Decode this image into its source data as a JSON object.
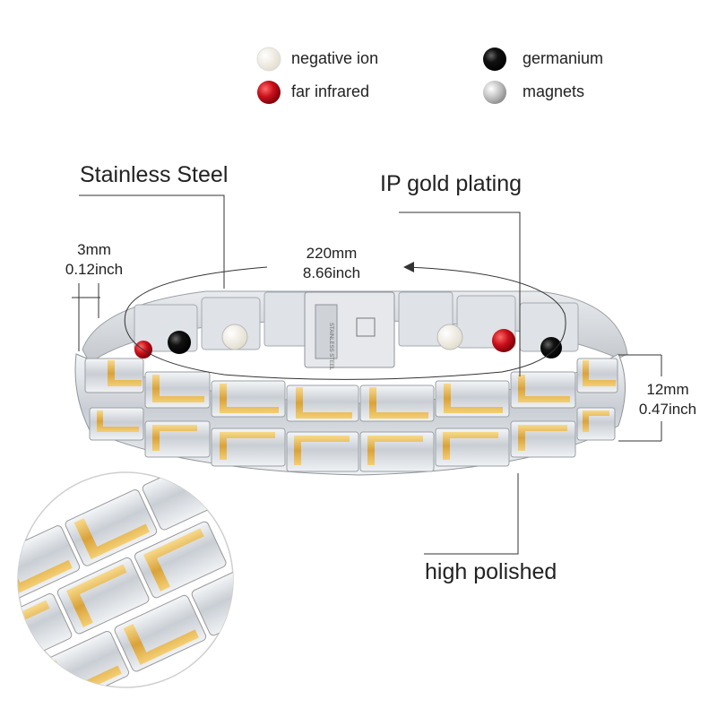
{
  "legend": [
    {
      "label": "negative ion",
      "color": "#f3efe4"
    },
    {
      "label": "germanium",
      "color": "#111111"
    },
    {
      "label": "far infrared",
      "color": "#c8101a"
    },
    {
      "label": "magnets",
      "color": "#bdbdbd"
    }
  ],
  "callouts": {
    "material": "Stainless Steel",
    "plating": "IP gold plating",
    "finish": "high polished"
  },
  "dimensions": {
    "thickness_mm": "3mm",
    "thickness_in": "0.12inch",
    "length_mm": "220mm",
    "length_in": "8.66inch",
    "width_mm": "12mm",
    "width_in": "0.47inch"
  },
  "clasp_engraving": "STAINLESS STEEL",
  "colors": {
    "steel": "#d9dde2",
    "gold": "#e3b54a",
    "line": "#333333"
  }
}
